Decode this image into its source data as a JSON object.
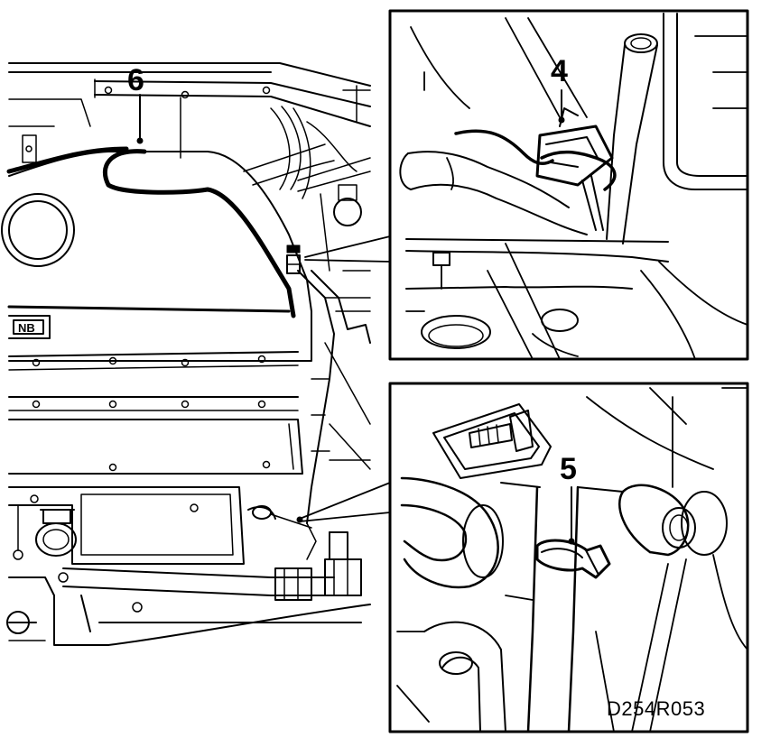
{
  "figure": {
    "callouts": {
      "six": "6",
      "four": "4",
      "five": "5"
    },
    "code": "D254R053",
    "line_color": "#000000",
    "background": "#ffffff"
  }
}
